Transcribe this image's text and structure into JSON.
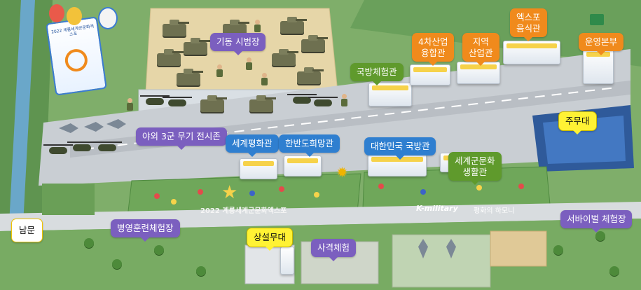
{
  "map": {
    "labels": {
      "weapon_demo_field": "기동 시범장",
      "expo_food_hall": "엑스포\n음식관",
      "operations_hq": "운영본부",
      "industry_4th_hall": "4차산업\n융합관",
      "regional_industry_hall": "지역\n산업관",
      "defense_experience_hall": "국방체험관",
      "main_stage": "주무대",
      "outdoor_weapon_exhibition": "야외 3군 무기 전시존",
      "world_peace_hall": "세계평화관",
      "korean_peninsula_hope_hall": "한반도희망관",
      "korea_defense_hall": "대한민국 국방관",
      "world_military_culture_hall": "세계군문화\n생활관",
      "south_gate": "남문",
      "basic_training_experience": "병영훈련체험장",
      "permanent_stage": "상설무대",
      "shooting_experience": "사격체험",
      "survival_experience": "서바이벌 체험장"
    },
    "ground_texts": {
      "expo_logo": "2022 계룡세계군문화엑스포",
      "k_military": "K-military",
      "peace_harmony": "평화의 하모니"
    },
    "banner_text": "2022 계룡세계군문화엑스포",
    "colors": {
      "purple_label": "#7b5fbf",
      "blue_label": "#2f7fd0",
      "orange_label": "#f08a1c",
      "green_label": "#5f9a2c",
      "yellow_label": "#fff234",
      "sand_field": "#e6d6a8",
      "road": "#c9ced3",
      "grass": "#7fae6a"
    },
    "icons": [
      "tank-icon",
      "helicopter-icon",
      "jet-icon",
      "soldier-icon",
      "tree-icon",
      "balloon-icon",
      "banner-icon"
    ]
  }
}
